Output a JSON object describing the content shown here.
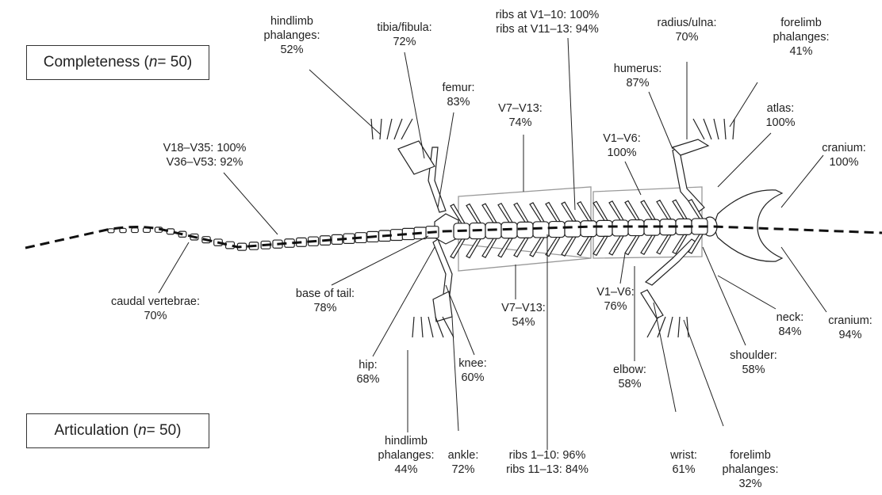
{
  "boxes": {
    "completeness": {
      "text": "Completeness (",
      "n_symbol": "n",
      "rest": " = 50)"
    },
    "articulation": {
      "text": "Articulation (",
      "n_symbol": "n",
      "rest": " = 50)"
    }
  },
  "completeness_labels": {
    "hindlimb_phalanges": {
      "name": "hindlimb",
      "name2": "phalanges:",
      "value": "52%"
    },
    "tibia_fibula": {
      "name": "tibia/fibula:",
      "value": "72%"
    },
    "femur": {
      "name": "femur:",
      "value": "83%"
    },
    "ribs": {
      "line1": "ribs at  V1–10: 100%",
      "line2": "ribs at  V11–13: 94%"
    },
    "radius_ulna": {
      "name": "radius/ulna:",
      "value": "70%"
    },
    "forelimb_phalanges": {
      "name": "forelimb",
      "name2": "phalanges:",
      "value": "41%"
    },
    "humerus": {
      "name": "humerus:",
      "value": "87%"
    },
    "atlas": {
      "name": "atlas:",
      "value": "100%"
    },
    "v7_v13": {
      "name": "V7–V13:",
      "value": "74%"
    },
    "v1_v6": {
      "name": "V1–V6:",
      "value": "100%"
    },
    "cranium": {
      "name": "cranium:",
      "value": "100%"
    },
    "tail_vertebrae": {
      "line1": "V18–V35: 100%",
      "line2": "V36–V53: 92%"
    }
  },
  "articulation_labels": {
    "caudal_vertebrae": {
      "name": "caudal vertebrae:",
      "value": "70%"
    },
    "base_of_tail": {
      "name": "base of tail:",
      "value": "78%"
    },
    "hip": {
      "name": "hip:",
      "value": "68%"
    },
    "knee": {
      "name": "knee:",
      "value": "60%"
    },
    "hindlimb_phalanges": {
      "name": "hindlimb",
      "name2": "phalanges:",
      "value": "44%"
    },
    "ankle": {
      "name": "ankle:",
      "value": "72%"
    },
    "v7_v13": {
      "name": "V7–V13:",
      "value": "54%"
    },
    "ribs": {
      "line1": "ribs  1–10:  96%",
      "line2": "ribs  11–13:  84%"
    },
    "v1_v6": {
      "name": "V1–V6:",
      "value": "76%"
    },
    "elbow": {
      "name": "elbow:",
      "value": "58%"
    },
    "wrist": {
      "name": "wrist:",
      "value": "61%"
    },
    "forelimb_phalanges": {
      "name": "forelimb",
      "name2": "phalanges:",
      "value": "32%"
    },
    "shoulder": {
      "name": "shoulder:",
      "value": "58%"
    },
    "neck": {
      "name": "neck:",
      "value": "84%"
    },
    "cranium": {
      "name": "cranium:",
      "value": "94%"
    }
  }
}
